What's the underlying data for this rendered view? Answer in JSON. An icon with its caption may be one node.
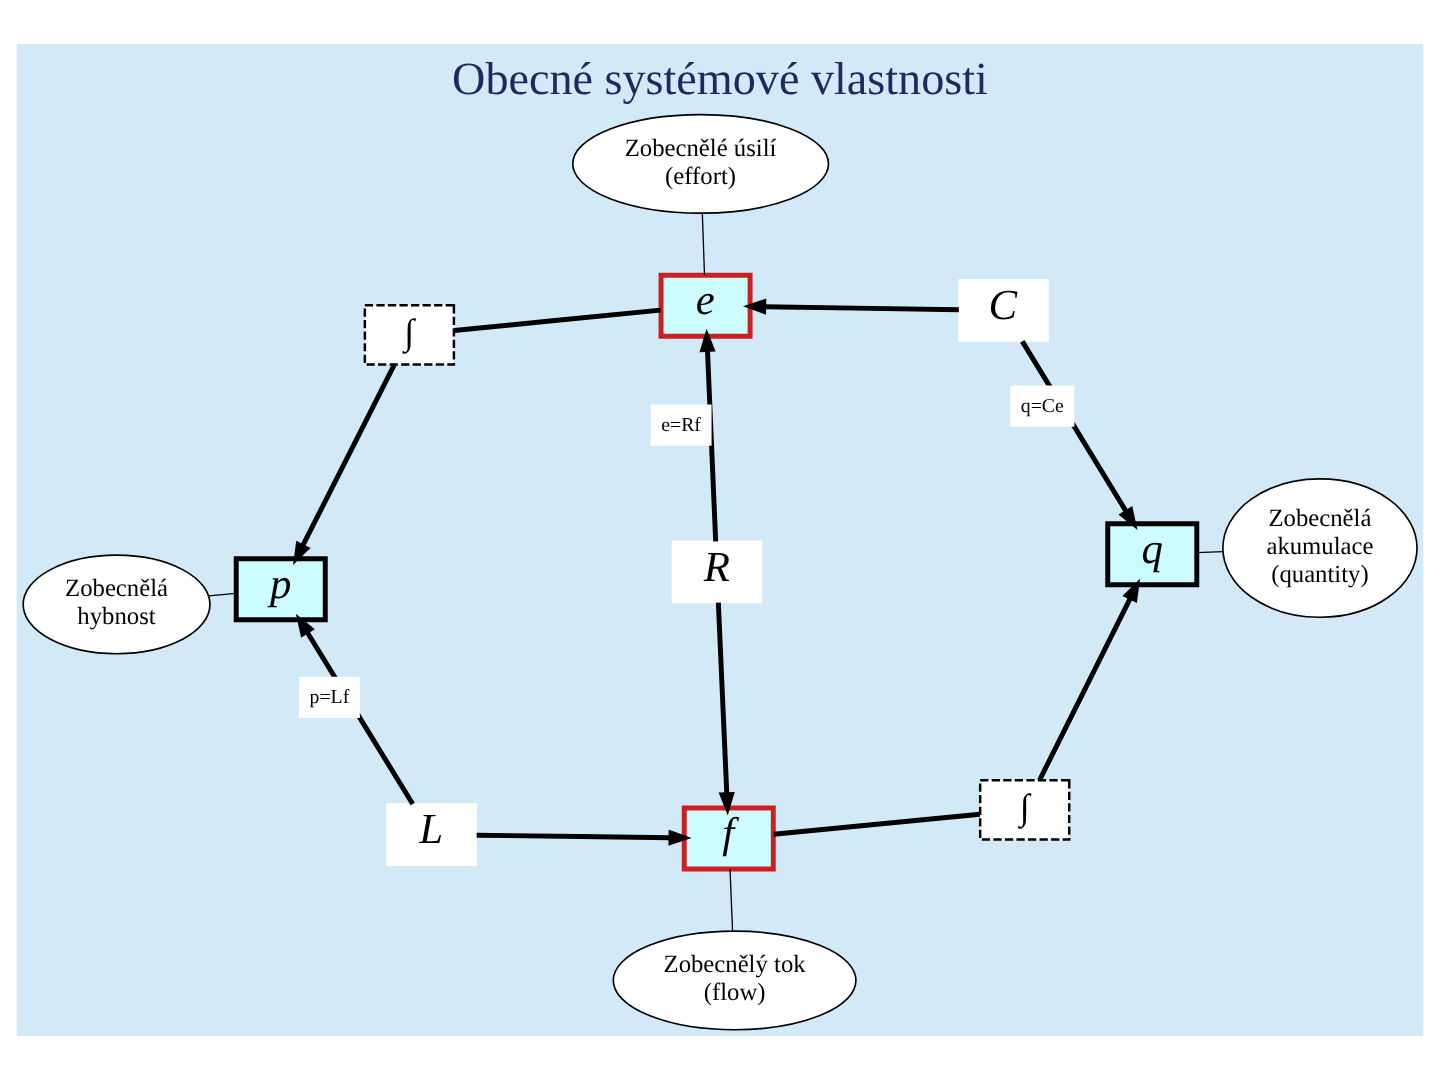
{
  "diagram": {
    "title": "Obecné systémové vlastnosti",
    "nodes": [
      {
        "text": [
          "Zobecnělé úsilí (effort)"
        ]
      },
      {
        "text": [
          "e"
        ]
      },
      {
        "text": [
          "∫"
        ]
      },
      {
        "text": [
          "C"
        ]
      },
      {
        "text": [
          "Zobecnělá hybnost"
        ]
      },
      {
        "text": [
          "Zobecnělá akumulace (quantity)"
        ]
      },
      {
        "text": [
          "R"
        ]
      },
      {
        "text": [
          "p"
        ]
      },
      {
        "text": [
          "q"
        ]
      },
      {
        "text": [
          "L"
        ]
      },
      {
        "text": [
          "∫"
        ]
      },
      {
        "text": [
          "f"
        ]
      },
      {
        "text": [
          "Zobecnělý tok (flow)"
        ]
      }
    ],
    "edges": [
      {
        "from": 0,
        "to": 1,
        "arrow": "none"
      },
      {
        "from": 4,
        "to": 7,
        "arrow": "none"
      },
      {
        "from": 5,
        "to": 8,
        "arrow": "none"
      },
      {
        "from": 12,
        "to": 11,
        "arrow": "none"
      },
      {
        "from": 1,
        "to": 2,
        "arrow": "none"
      },
      {
        "from": 2,
        "to": 7,
        "arrow": "to"
      },
      {
        "from": 6,
        "to": 1,
        "arrow": "to",
        "label": "e=Rf"
      },
      {
        "from": 6,
        "to": 11,
        "arrow": "to"
      },
      {
        "from": 3,
        "to": 1,
        "arrow": "to"
      },
      {
        "from": 3,
        "to": 8,
        "arrow": "to",
        "label": "q=Ce"
      },
      {
        "from": 9,
        "to": 7,
        "arrow": "to",
        "label": "p=Lf"
      },
      {
        "from": 9,
        "to": 11,
        "arrow": "to"
      },
      {
        "from": 11,
        "to": 10,
        "arrow": "none"
      },
      {
        "from": 10,
        "to": 8,
        "arrow": "to"
      }
    ]
  }
}
